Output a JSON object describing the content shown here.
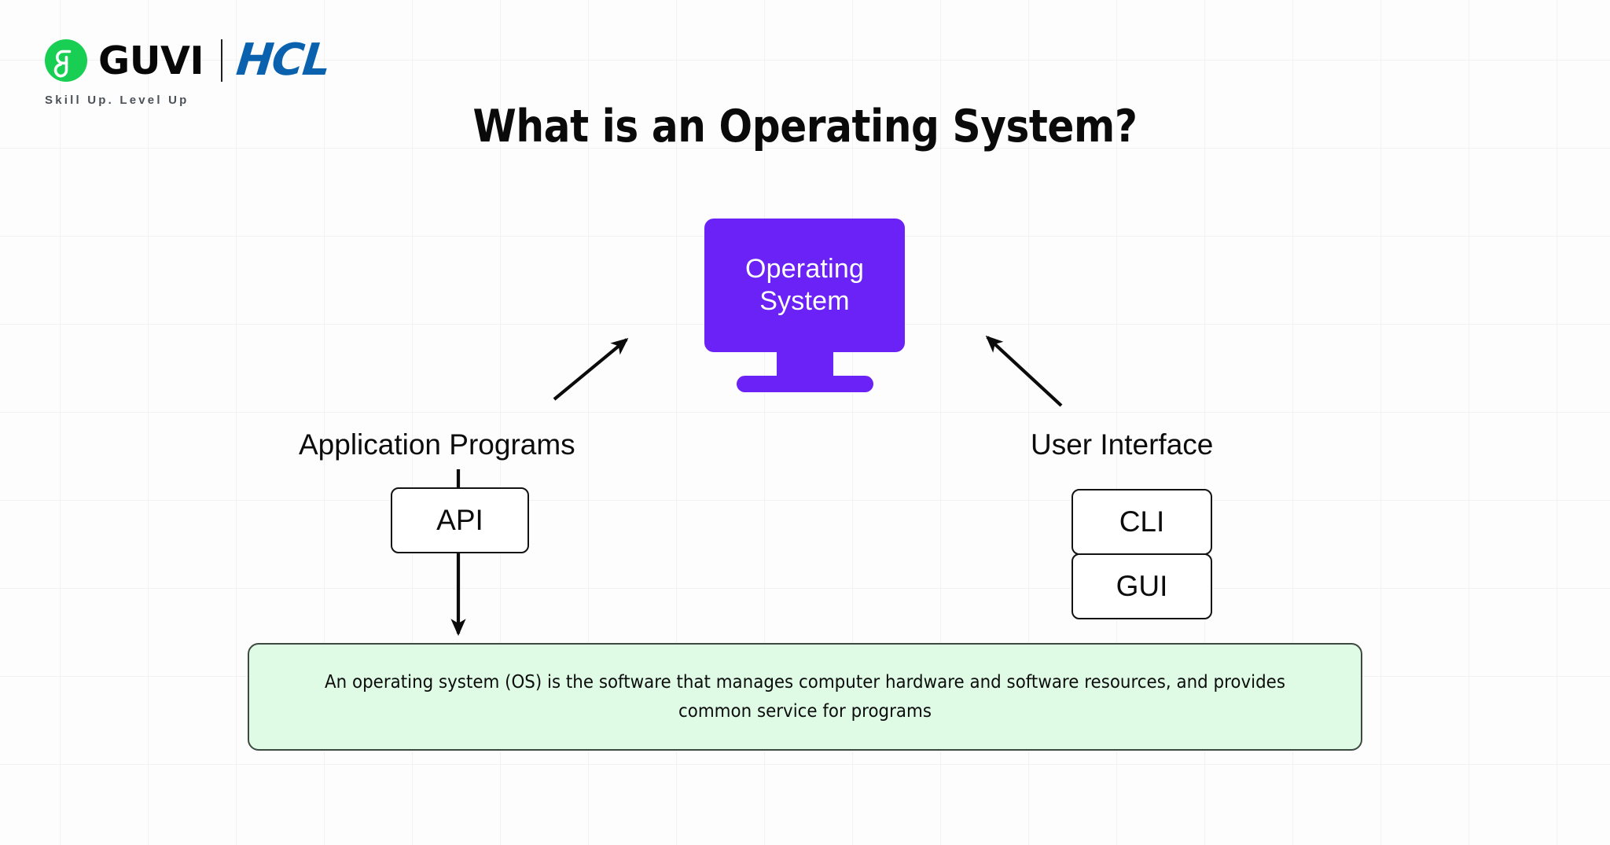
{
  "slide": {
    "title": "What is an Operating System?",
    "background_color": "#fdfdfd",
    "grid_line_color": "#f2f2f4"
  },
  "brand": {
    "logo_icon": "guvi-g-mark",
    "logo_word": "GUVI",
    "partner_word": "HCL",
    "tagline": "Skill Up. Level Up",
    "guvi_green": "#19cf53",
    "hcl_blue": "#0a62ae"
  },
  "diagram": {
    "center_node": {
      "icon": "monitor-icon",
      "label_line1": "Operating",
      "label_line2": "System",
      "fill_color": "#6b22f7",
      "text_color": "#ffffff"
    },
    "left_branch": {
      "label": "Application Programs",
      "boxes": [
        {
          "label": "API"
        }
      ]
    },
    "right_branch": {
      "label": "User Interface",
      "boxes": [
        {
          "label": "CLI"
        },
        {
          "label": "GUI"
        }
      ]
    },
    "arrows": [
      {
        "name": "application-programs-to-os-arrow",
        "direction": "up-right"
      },
      {
        "name": "user-interface-to-os-arrow",
        "direction": "up-left"
      },
      {
        "name": "api-to-definition-arrow",
        "direction": "down"
      }
    ]
  },
  "definition": {
    "text": "An operating system (OS) is the software that manages computer hardware and software resources, and provides common service for programs",
    "fill_color": "#dffbe6",
    "border_color": "#3d4a42"
  }
}
